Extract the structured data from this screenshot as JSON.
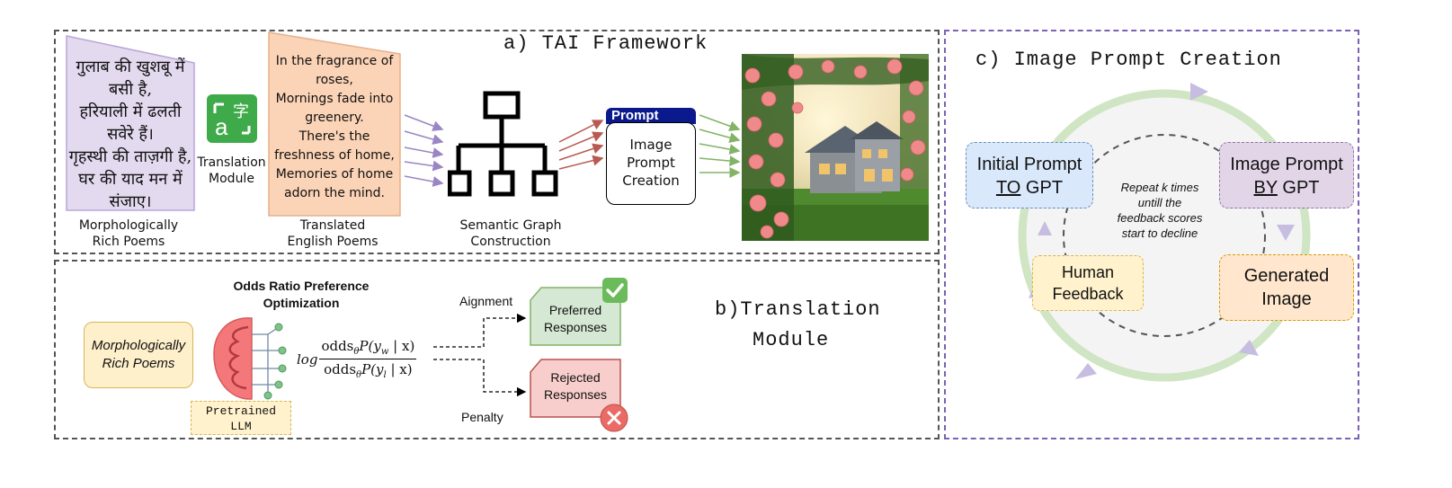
{
  "panel_a": {
    "title": "a) TAI Framework",
    "hindi_poem": [
      "गुलाब की खुशबू में",
      "बसी है,",
      "हरियाली में ढलती",
      "सवेरे हैं।",
      "गृहस्थी की ताज़गी है,",
      "घर की याद मन में",
      "संजाए।"
    ],
    "caption_morph": [
      "Morphologically",
      "Rich Poems"
    ],
    "translation_module": [
      "Translation",
      "Module"
    ],
    "english_poem": [
      "In the fragrance of",
      "roses,",
      "Mornings fade into",
      "greenery.",
      "There's the",
      "freshness of home,",
      "Memories of home",
      "adorn the mind."
    ],
    "caption_translated": [
      "Translated",
      "English  Poems"
    ],
    "caption_semantic": [
      "Semantic Graph",
      "Construction"
    ],
    "prompt_header": "Prompt",
    "prompt_body": [
      "Image",
      "Prompt",
      "Creation"
    ]
  },
  "panel_b": {
    "title": [
      "b)Translation",
      "Module"
    ],
    "input": [
      "Morphologically",
      "Rich Poems"
    ],
    "orpo_title": [
      "Odds Ratio Preference",
      "Optimization"
    ],
    "formula_log": "log",
    "formula_num": "odds",
    "formula_num_sub": "θ",
    "formula_num_rest": "P(y",
    "formula_num_sub2": "w",
    "formula_num_end": " | x)",
    "formula_den_sub2": "l",
    "pretrained": [
      "Pretrained",
      "LLM"
    ],
    "alignment": "Aignment",
    "penalty": "Penalty",
    "preferred": [
      "Preferred",
      "Responses"
    ],
    "rejected": [
      "Rejected",
      "Responses"
    ]
  },
  "panel_c": {
    "title": "c) Image Prompt Creation",
    "initial_prompt": [
      "Initial Prompt",
      "TO",
      " GPT"
    ],
    "image_prompt": [
      "Image Prompt",
      "BY",
      " GPT"
    ],
    "human_feedback": [
      "Human",
      "Feedback"
    ],
    "generated_image": [
      "Generated",
      "Image"
    ],
    "loop_note": [
      "Repeat k times",
      "untill the",
      "feedback scores",
      "start to decline"
    ]
  },
  "colors": {
    "purple_arrow": "#9a86c4",
    "red_arrow": "#b85a52",
    "green_arrow": "#82b366",
    "loop_green": "#cfe5c3",
    "prompt_navy": "#0a1a8c"
  }
}
